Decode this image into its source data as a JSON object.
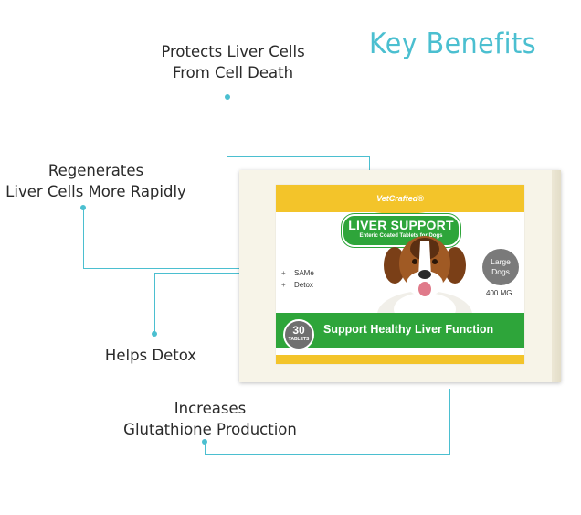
{
  "title": "Key Benefits",
  "benefits": [
    {
      "line1": "Protects Liver Cells",
      "line2": "From Cell Death"
    },
    {
      "line1": "Regenerates",
      "line2": "Liver Cells More Rapidly"
    },
    {
      "line1": "Helps Detox",
      "line2": ""
    },
    {
      "line1": "Increases",
      "line2": "Glutathione Production"
    }
  ],
  "product": {
    "brand": "VetCrafted®",
    "name": "LIVER SUPPORT",
    "subtitle": "Enteric Coated Tablets for Dogs",
    "ingredients": [
      "SAMe",
      "Detox"
    ],
    "size_line1": "Large",
    "size_line2": "Dogs",
    "dose": "400 MG",
    "count": "30",
    "count_unit": "TABLETS",
    "tagline": "Support Healthy Liver Function"
  },
  "colors": {
    "accent": "#4bbfd0",
    "brand_yellow": "#f3c42a",
    "brand_green": "#2ea53a"
  }
}
